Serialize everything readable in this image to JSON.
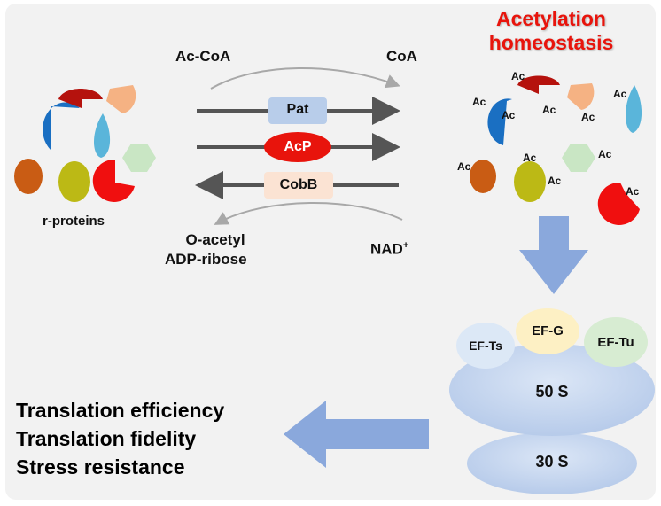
{
  "left_group": {
    "label": "r-proteins"
  },
  "reaction": {
    "substrate": "Ac-CoA",
    "product": "CoA",
    "enzymes": [
      "Pat",
      "AcP",
      "CobB"
    ],
    "cofactor_in": "NAD",
    "cofactor_in_superscript": "+",
    "by_product_line1": "O-acetyl",
    "by_product_line2": "ADP-ribose"
  },
  "right_group": {
    "title_line1": "Acetylation",
    "title_line2": "homeostasis",
    "acetyl_tag": "Ac"
  },
  "ribosome": {
    "factors": [
      "EF-Ts",
      "EF-G",
      "EF-Tu"
    ],
    "large_subunit": "50 S",
    "small_subunit": "30 S"
  },
  "outcomes": [
    "Translation efficiency",
    "Translation fidelity",
    "Stress resistance"
  ],
  "colors": {
    "title_red": "#e8140c",
    "pat_box": "#b8cdea",
    "acp_oval": "#e8140c",
    "cobb_box": "#fbe3d3",
    "arrow_blue": "#8aa8dc",
    "ribosome": "#c8d8f0",
    "panel_bg": "#f2f2f2"
  }
}
